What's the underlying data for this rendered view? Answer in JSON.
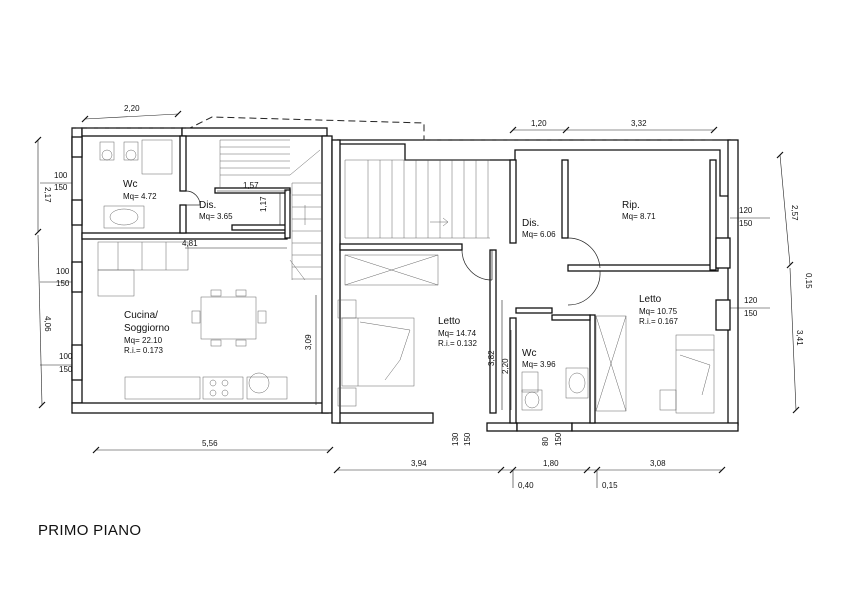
{
  "title": "PRIMO PIANO",
  "rooms": {
    "wc_left": {
      "name": "Wc",
      "area": "Mq= 4.72"
    },
    "dis_left": {
      "name": "Dis.",
      "area": "Mq= 3.65"
    },
    "cucina": {
      "name": "Cucina/",
      "name2": "Soggiorno",
      "area": "Mq= 22.10",
      "ri": "R.i.= 0.173"
    },
    "letto_1": {
      "name": "Letto",
      "area": "Mq= 14.74",
      "ri": "R.i.= 0.132"
    },
    "dis_right": {
      "name": "Dis.",
      "area": "Mq= 6.06"
    },
    "rip": {
      "name": "Rip.",
      "area": "Mq= 8.71"
    },
    "letto_2": {
      "name": "Letto",
      "area": "Mq= 10.75",
      "ri": "R.i.= 0.167"
    },
    "wc_right": {
      "name": "Wc",
      "area": "Mq= 3.96"
    }
  },
  "dimensions": {
    "top_2_20": "2,20",
    "top_1_20": "1,20",
    "top_3_32": "3,32",
    "stair_1_57": "1,57",
    "stair_1_17": "1,17",
    "inner_4_81": "4,81",
    "inner_3_09": "3,09",
    "inner_3_82": "3,82",
    "inner_2_20": "2,20",
    "left_2_17": "2,17",
    "left_4_06": "4,06",
    "right_2_57": "2,57",
    "right_0_15": "0,15",
    "right_3_41": "3,41",
    "bottom_5_56": "5,56",
    "bottom_3_94": "3,94",
    "bottom_1_80": "1,80",
    "bottom_3_08": "3,08",
    "bottom_0_40": "0,40",
    "bottom_0_15": "0,15"
  },
  "windows": {
    "w_left_1": {
      "w": "100",
      "h": "150"
    },
    "w_left_2": {
      "w": "100",
      "h": "150"
    },
    "w_left_3": {
      "w": "100",
      "h": "150"
    },
    "w_right_1": {
      "w": "120",
      "h": "150"
    },
    "w_right_2": {
      "w": "120",
      "h": "150"
    },
    "d_bottom_1": {
      "w": "130",
      "h": "150"
    },
    "d_bottom_2": {
      "w": "80",
      "h": "150"
    }
  }
}
